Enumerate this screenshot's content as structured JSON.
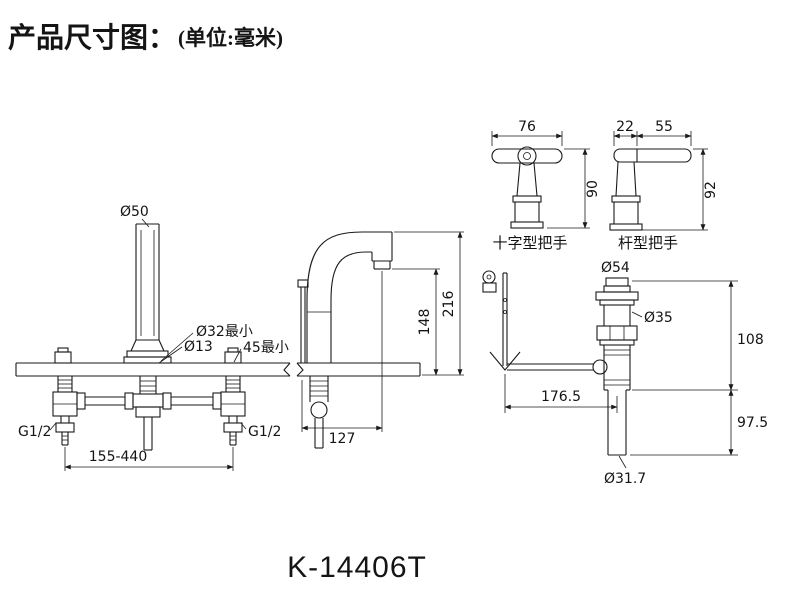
{
  "header": {
    "title": "产品尺寸图：",
    "unit_note": "(单位:毫米)"
  },
  "model": "K-14406T",
  "faucet_front": {
    "handle_diameter": "Ø50",
    "hole_d13": "Ø13",
    "hole_d32_min": "Ø32最小",
    "thickness_45_min": "45最小",
    "left_inlet": "G1/2",
    "right_inlet": "G1/2",
    "spread_range": "155-440"
  },
  "faucet_side": {
    "overall_height": "216",
    "spout_height": "148",
    "spout_reach": "127"
  },
  "handles": {
    "cross": {
      "width": "76",
      "height": "90",
      "label": "十字型把手"
    },
    "lever": {
      "hub_width": "22",
      "arm_length": "55",
      "height": "92",
      "label": "杆型把手"
    }
  },
  "drain": {
    "flange_diameter": "Ø54",
    "body_diameter": "Ø35",
    "upper_height": "108",
    "rod_length": "176.5",
    "lower_height": "97.5",
    "tailpiece_diameter": "Ø31.7"
  },
  "colors": {
    "line": "#1a1a1a",
    "background": "#ffffff"
  }
}
